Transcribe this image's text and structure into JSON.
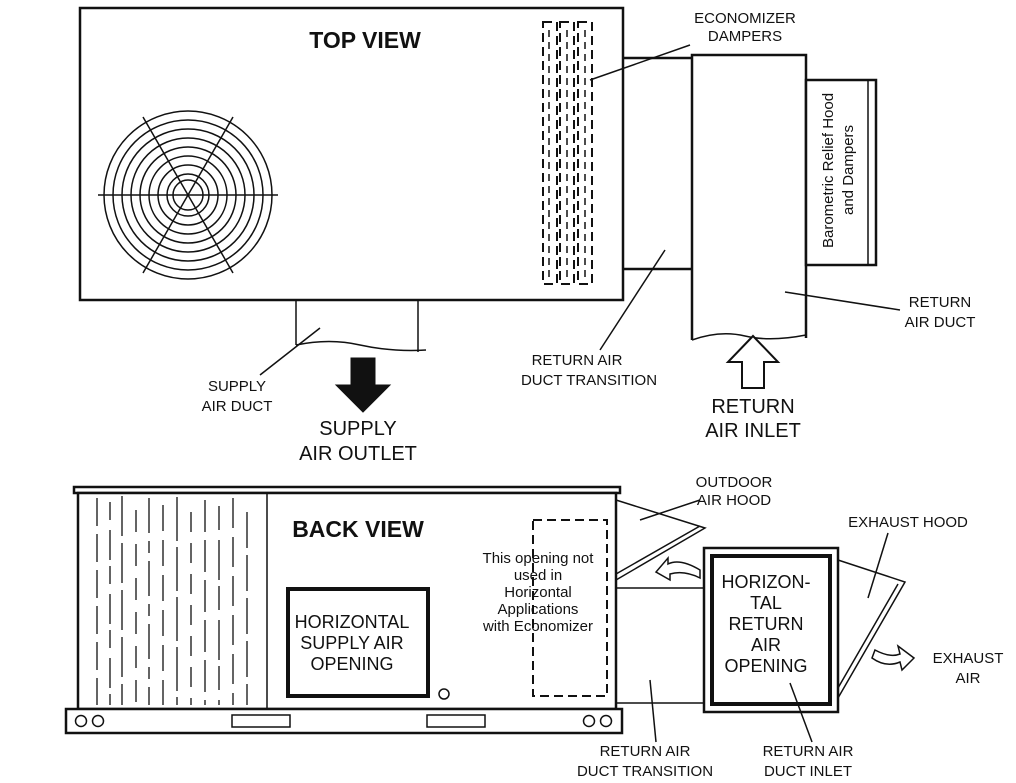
{
  "top_view": {
    "title": "TOP VIEW",
    "economizer_dampers": [
      "ECONOMIZER",
      "DAMPERS"
    ],
    "barometric_relief": [
      "Barometric Relief Hood",
      "and Dampers"
    ],
    "return_air_duct": [
      "RETURN",
      "AIR DUCT"
    ],
    "return_air_duct_transition": [
      "RETURN AIR",
      "DUCT TRANSITION"
    ],
    "supply_air_duct": [
      "SUPPLY",
      "AIR DUCT"
    ],
    "supply_air_outlet": [
      "SUPPLY",
      "AIR OUTLET"
    ],
    "return_air_inlet": [
      "RETURN",
      "AIR INLET"
    ]
  },
  "back_view": {
    "title": "BACK VIEW",
    "outdoor_air_hood": [
      "OUTDOOR",
      "AIR HOOD"
    ],
    "exhaust_hood": "EXHAUST HOOD",
    "exhaust_air": [
      "EXHAUST",
      "AIR"
    ],
    "opening_note": [
      "This opening not",
      "used in",
      "Horizontal",
      "Applications",
      "with Economizer"
    ],
    "horizontal_supply": [
      "HORIZONTAL",
      "SUPPLY AIR",
      "OPENING"
    ],
    "horizontal_return": [
      "HORIZON-",
      "TAL",
      "RETURN",
      "AIR",
      "OPENING"
    ],
    "return_air_duct_transition": [
      "RETURN AIR",
      "DUCT TRANSITION"
    ],
    "return_air_duct_inlet": [
      "RETURN AIR",
      "DUCT INLET"
    ]
  }
}
